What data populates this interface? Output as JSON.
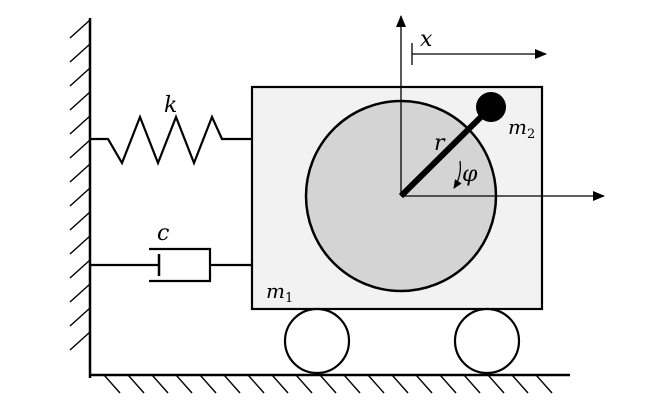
{
  "labels": {
    "spring": "k",
    "damper": "c",
    "x_axis": "x",
    "radius": "r",
    "angle": "φ",
    "cart_mass": "m",
    "cart_mass_index": "1",
    "point_mass": "m",
    "point_mass_index": "2"
  },
  "colors": {
    "line": "#000000",
    "cart_fill": "#f2f2f2",
    "disc_fill": "#d4d4d4",
    "wheel_fill": "#ffffff",
    "background": "#ffffff"
  }
}
